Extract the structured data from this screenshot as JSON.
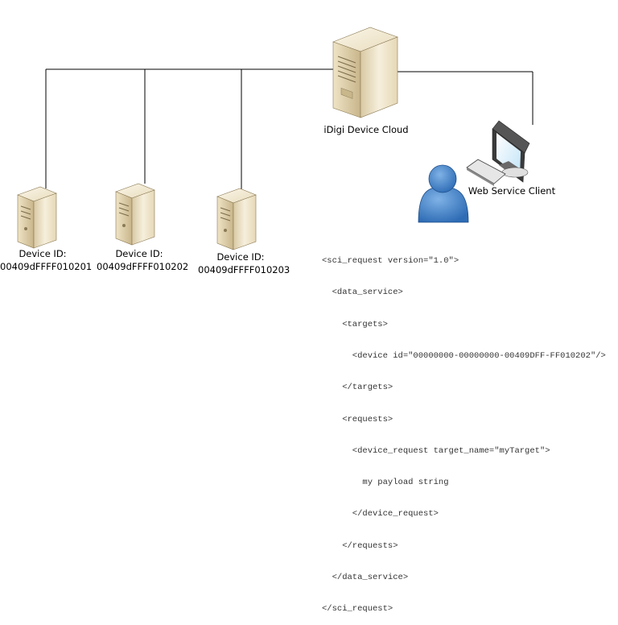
{
  "cloud": {
    "label": "iDigi Device Cloud"
  },
  "client": {
    "label": "Web Service Client"
  },
  "devices": [
    {
      "label_line1": "Device ID:",
      "label_line2": "00409dFFFF010201"
    },
    {
      "label_line1": "Device ID:",
      "label_line2": "00409dFFFF010202"
    },
    {
      "label_line1": "Device ID:",
      "label_line2": "00409dFFFF010203"
    }
  ],
  "request_xml": [
    "<sci_request version=\"1.0\">",
    "  <data_service>",
    "    <targets>",
    "      <device id=\"00000000-00000000-00409DFF-FF010202\"/>",
    "    </targets>",
    "    <requests>",
    "      <device_request target_name=\"myTarget\">",
    "        my payload string",
    "      </device_request>",
    "    </requests>",
    "  </data_service>",
    "</sci_request>"
  ]
}
